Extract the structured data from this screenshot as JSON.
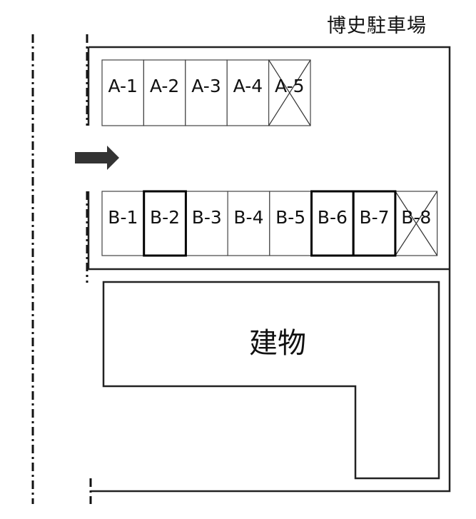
{
  "title": "博史駐車場",
  "building": {
    "label": "建物"
  },
  "entrance_arrow": {
    "icon": "right-arrow-icon",
    "direction": "right"
  },
  "rows": [
    {
      "id": "A",
      "slots": [
        {
          "label": "A-1",
          "status": "normal"
        },
        {
          "label": "A-2",
          "status": "normal"
        },
        {
          "label": "A-3",
          "status": "normal"
        },
        {
          "label": "A-4",
          "status": "normal"
        },
        {
          "label": "A-5",
          "status": "unavailable"
        }
      ]
    },
    {
      "id": "B",
      "slots": [
        {
          "label": "B-1",
          "status": "normal"
        },
        {
          "label": "B-2",
          "status": "highlighted"
        },
        {
          "label": "B-3",
          "status": "normal"
        },
        {
          "label": "B-4",
          "status": "normal"
        },
        {
          "label": "B-5",
          "status": "normal"
        },
        {
          "label": "B-6",
          "status": "highlighted"
        },
        {
          "label": "B-7",
          "status": "highlighted"
        },
        {
          "label": "B-8",
          "status": "unavailable"
        }
      ]
    }
  ],
  "colors": {
    "line": "#222222",
    "arrow": "#333333",
    "background": "#ffffff"
  }
}
